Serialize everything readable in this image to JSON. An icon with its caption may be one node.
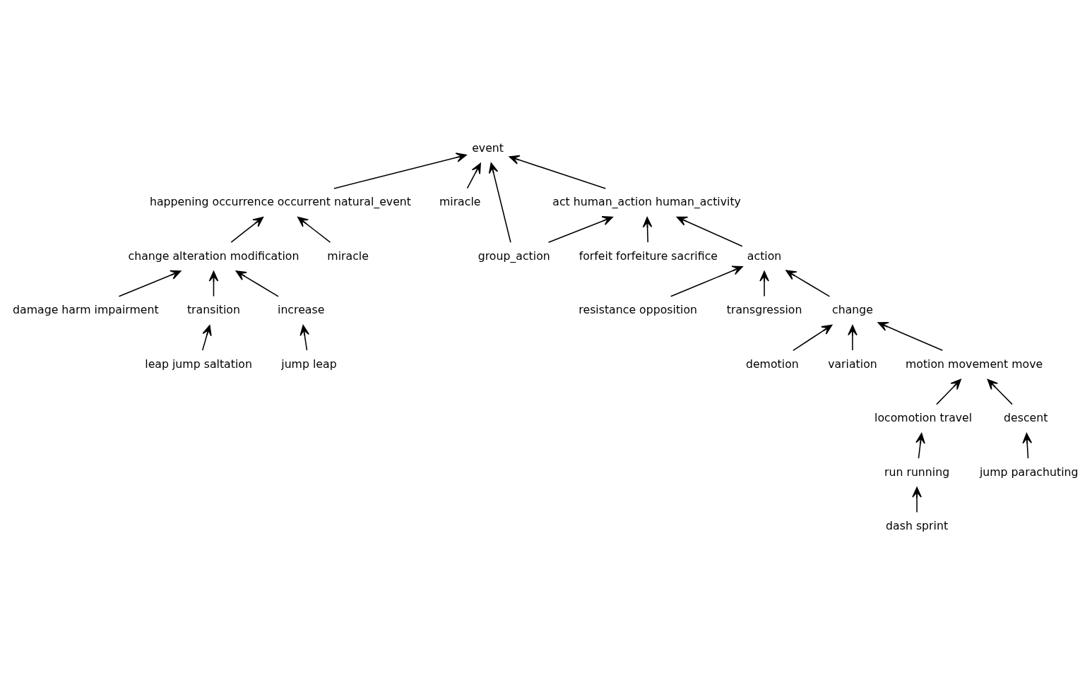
{
  "diagram": {
    "nodes": [
      {
        "text": [
          "event"
        ]
      },
      {
        "text": [
          "happening occurrence occurrent natural_event"
        ]
      },
      {
        "text": [
          "miracle"
        ]
      },
      {
        "text": [
          "act human_action human_activity"
        ]
      },
      {
        "text": [
          "change alteration modification"
        ]
      },
      {
        "text": [
          "miracle"
        ]
      },
      {
        "text": [
          "group_action"
        ]
      },
      {
        "text": [
          "damage harm impairment"
        ]
      },
      {
        "text": [
          "transition"
        ]
      },
      {
        "text": [
          "increase"
        ]
      },
      {
        "text": [
          "forfeit forfeiture sacrifice"
        ]
      },
      {
        "text": [
          "action"
        ]
      },
      {
        "text": [
          "resistance opposition"
        ]
      },
      {
        "text": [
          "transgression"
        ]
      },
      {
        "text": [
          "leap jump saltation"
        ]
      },
      {
        "text": [
          "jump leap"
        ]
      },
      {
        "text": [
          "change"
        ]
      },
      {
        "text": [
          "demotion"
        ]
      },
      {
        "text": [
          "variation"
        ]
      },
      {
        "text": [
          "motion movement move"
        ]
      },
      {
        "text": [
          "locomotion travel"
        ]
      },
      {
        "text": [
          "descent"
        ]
      },
      {
        "text": [
          "run running"
        ]
      },
      {
        "text": [
          "jump parachuting"
        ]
      },
      {
        "text": [
          "dash sprint"
        ]
      }
    ],
    "edges": [
      {
        "from": 1,
        "to": 0,
        "arrow": "to"
      },
      {
        "from": 2,
        "to": 0,
        "arrow": "to"
      },
      {
        "from": 3,
        "to": 0,
        "arrow": "to"
      },
      {
        "from": 6,
        "to": 0,
        "arrow": "to"
      },
      {
        "from": 4,
        "to": 1,
        "arrow": "to"
      },
      {
        "from": 5,
        "to": 1,
        "arrow": "to"
      },
      {
        "from": 7,
        "to": 4,
        "arrow": "to"
      },
      {
        "from": 8,
        "to": 4,
        "arrow": "to"
      },
      {
        "from": 9,
        "to": 4,
        "arrow": "to"
      },
      {
        "from": 14,
        "to": 8,
        "arrow": "to"
      },
      {
        "from": 15,
        "to": 9,
        "arrow": "to"
      },
      {
        "from": 10,
        "to": 3,
        "arrow": "to"
      },
      {
        "from": 11,
        "to": 3,
        "arrow": "to"
      },
      {
        "from": 6,
        "to": 3,
        "arrow": "to"
      },
      {
        "from": 12,
        "to": 11,
        "arrow": "to"
      },
      {
        "from": 13,
        "to": 11,
        "arrow": "to"
      },
      {
        "from": 16,
        "to": 11,
        "arrow": "to"
      },
      {
        "from": 17,
        "to": 16,
        "arrow": "to"
      },
      {
        "from": 18,
        "to": 16,
        "arrow": "to"
      },
      {
        "from": 19,
        "to": 16,
        "arrow": "to"
      },
      {
        "from": 20,
        "to": 19,
        "arrow": "to"
      },
      {
        "from": 21,
        "to": 19,
        "arrow": "to"
      },
      {
        "from": 22,
        "to": 20,
        "arrow": "to"
      },
      {
        "from": 23,
        "to": 21,
        "arrow": "to"
      },
      {
        "from": 24,
        "to": 22,
        "arrow": "to"
      }
    ]
  }
}
